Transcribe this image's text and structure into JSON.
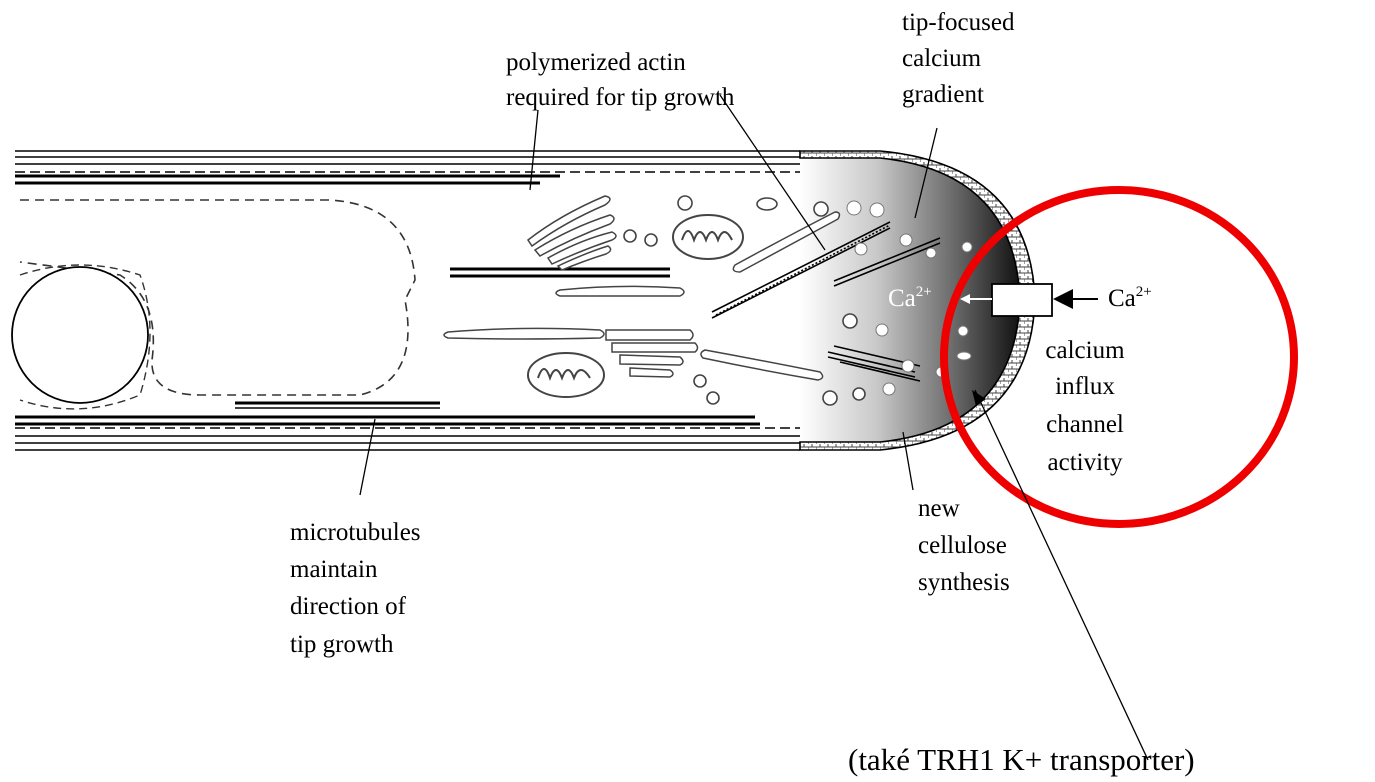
{
  "labels": {
    "actin_line1": "polymerized actin",
    "actin_line2": "required for tip growth",
    "tipcal_line1": "tip-focused",
    "tipcal_line2": "calcium",
    "tipcal_line3": "gradient",
    "ca_inside": "Ca",
    "ca_inside_sup": "2+",
    "ca_outside": "Ca",
    "ca_outside_sup": "2+",
    "channel_line1": "calcium",
    "channel_line2": "influx",
    "channel_line3": "channel",
    "channel_line4": "activity",
    "cellulose_line1": "new",
    "cellulose_line2": "cellulose",
    "cellulose_line3": "synthesis",
    "micro_line1": "microtubules",
    "micro_line2": "maintain",
    "micro_line3": "direction of",
    "micro_line4": "tip growth",
    "trh1": "(také TRH1 K+ transporter)"
  },
  "colors": {
    "highlight_circle": "#ee0000",
    "ink": "#000000",
    "gradient_dark": "#111111",
    "gradient_light": "#ffffff"
  }
}
